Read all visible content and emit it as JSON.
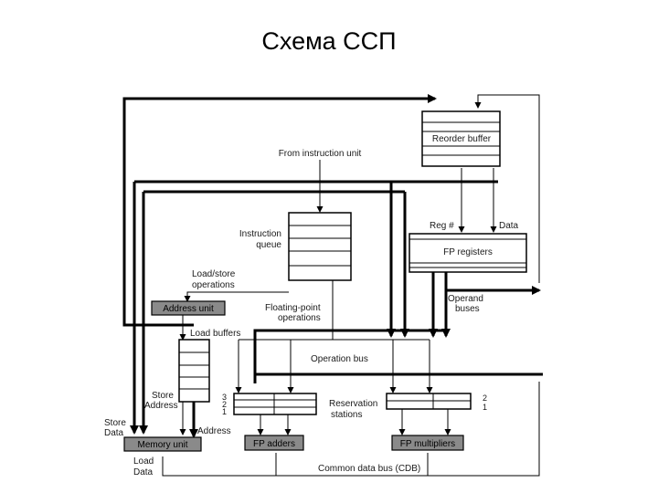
{
  "slide": {
    "title": "Схема ССП"
  },
  "diagram": {
    "labels": {
      "reorder_buffer": "Reorder buffer",
      "from_instruction_unit": "From instruction unit",
      "reg_num": "Reg #",
      "data": "Data",
      "instruction_queue_l1": "Instruction",
      "instruction_queue_l2": "queue",
      "fp_registers": "FP registers",
      "load_store_ops_l1": "Load/store",
      "load_store_ops_l2": "operations",
      "address_unit": "Address unit",
      "operand_buses_l1": "Operand",
      "operand_buses_l2": "buses",
      "fp_ops_l1": "Floating-point",
      "fp_ops_l2": "operations",
      "load_buffers": "Load buffers",
      "operation_bus": "Operation bus",
      "store_address_l1": "Store",
      "store_address_l2": "Address",
      "rs_nums_left_1": "3",
      "rs_nums_left_2": "2",
      "rs_nums_left_3": "1",
      "reservation_stations_l1": "Reservation",
      "reservation_stations_l2": "stations",
      "rs_nums_right_1": "2",
      "rs_nums_right_2": "1",
      "store_data_l1": "Store",
      "store_data_l2": "Data",
      "address": "Address",
      "memory_unit": "Memory unit",
      "fp_adders": "FP adders",
      "fp_multipliers": "FP multipliers",
      "load_data_l1": "Load",
      "load_data_l2": "Data",
      "cdb": "Common data bus (CDB)"
    }
  }
}
